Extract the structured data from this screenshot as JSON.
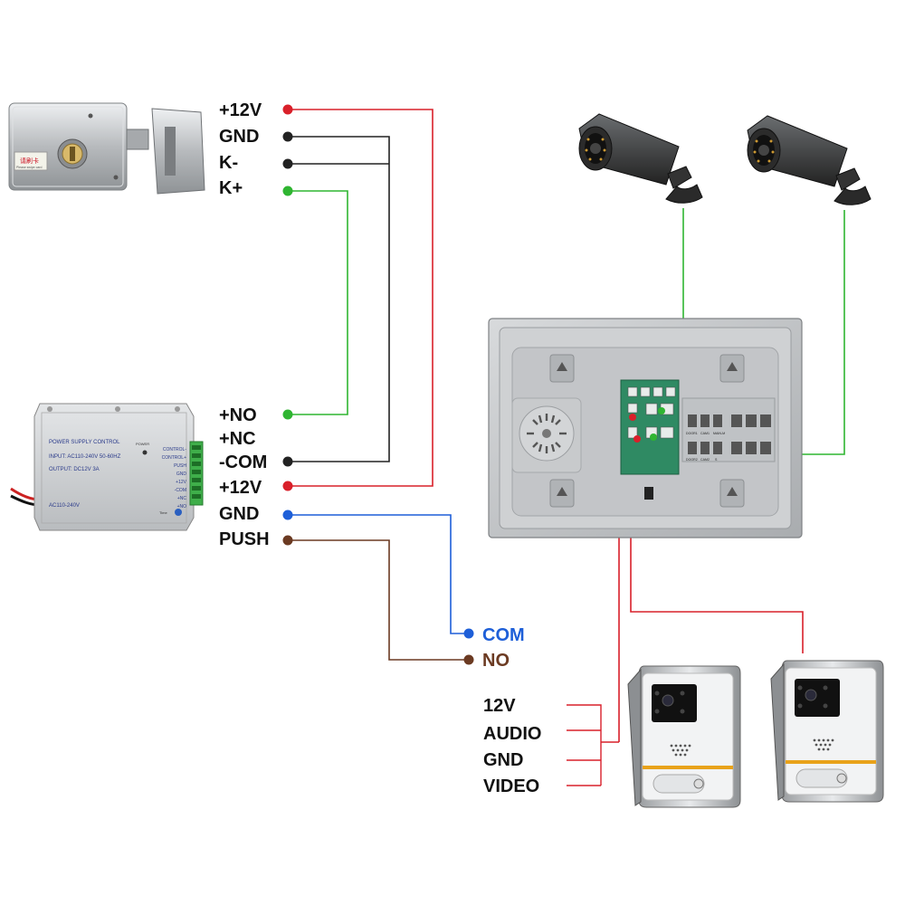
{
  "colors": {
    "red": "#d9202a",
    "black": "#222222",
    "green": "#2fb531",
    "blue": "#1e5fd8",
    "brown": "#6b3a22",
    "device_gray": "#c8cacc",
    "monitor_body": "#b9bcbf"
  },
  "lock": {
    "terminals": {
      "plus12v": "+12V",
      "gnd": "GND",
      "kminus": "K-",
      "kplus": "K+"
    },
    "sticker_text": "请刷卡",
    "sticker_subtext": "Please swipe card"
  },
  "power_supply": {
    "title": "POWER SUPPLY CONTROL",
    "input_text": "INPUT: AC110-240V 50-60HZ",
    "output_text": "OUTPUT: DC12V  3A",
    "ac_text": "AC110-240V",
    "power_label": "POWER",
    "time_label": "Time",
    "side_labels": [
      "CONTROL-",
      "CONTROL+",
      "PUSH",
      "GND",
      "+12V",
      "-COM",
      "+NC",
      "+NO"
    ],
    "terminals": {
      "no": "+NO",
      "nc": "+NC",
      "com": "-COM",
      "plus12v": "+12V",
      "gnd": "GND",
      "push": "PUSH"
    }
  },
  "exit_button": {
    "com": "COM",
    "no": "NO"
  },
  "door_station": {
    "wires": [
      "12V",
      "AUDIO",
      "GND",
      "VIDEO"
    ]
  },
  "monitor": {
    "port_labels": [
      "DOOR1",
      "CAM1",
      "MAIN-M",
      "DOOR2",
      "CAM2",
      "S"
    ]
  },
  "icons": {
    "lock": "electric-lock-icon",
    "power_supply": "power-supply-icon",
    "camera": "cctv-camera-icon",
    "monitor": "indoor-monitor-icon",
    "door_station": "doorbell-camera-icon"
  }
}
